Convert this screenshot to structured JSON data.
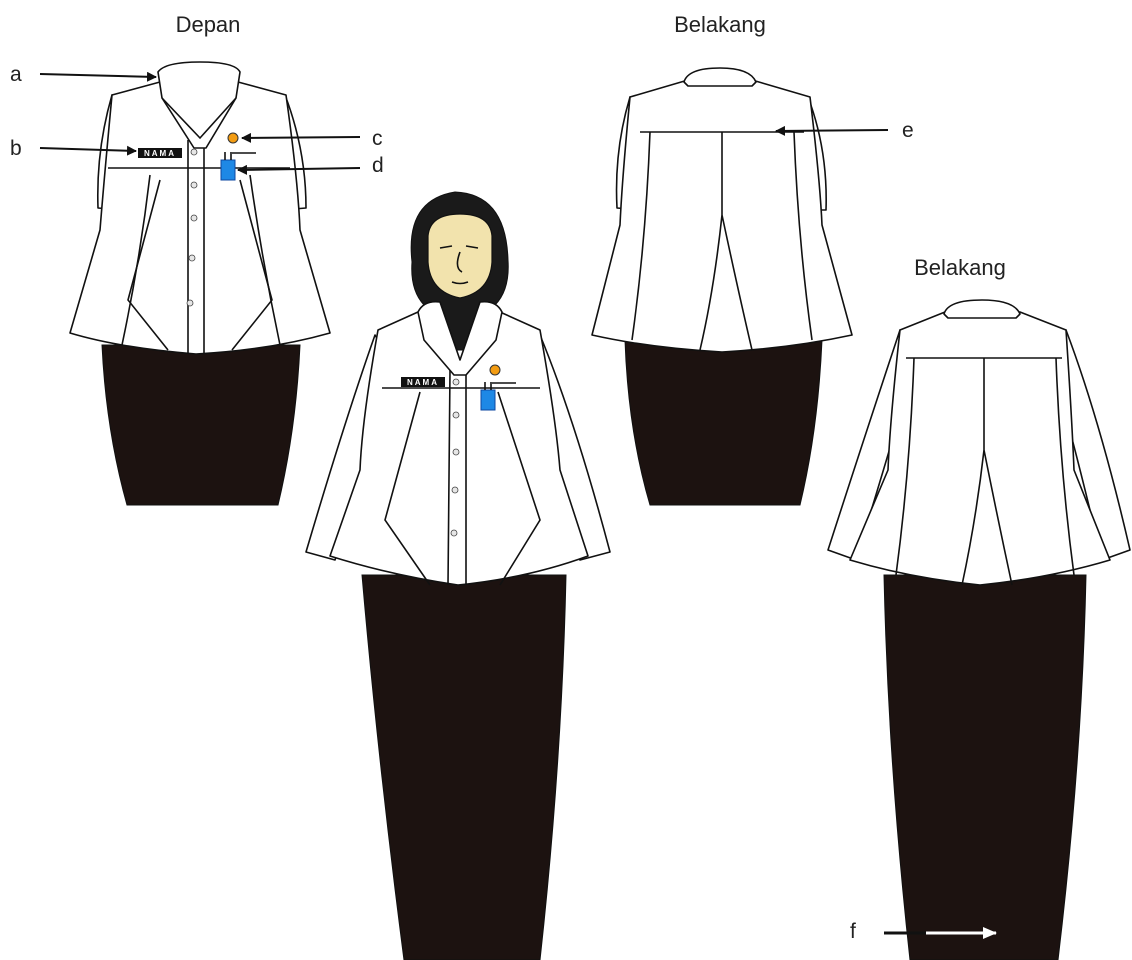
{
  "headings": {
    "front": "Depan",
    "back_top": "Belakang",
    "back_right": "Belakang"
  },
  "callouts": {
    "a": "a",
    "b": "b",
    "c": "c",
    "d": "d",
    "e": "e",
    "f": "f"
  },
  "name_tag": "NAMA",
  "colors": {
    "skirt": "#1c1210",
    "badge": "#1e88e5",
    "pin": "#f39c12",
    "hijab": "#1a1a1a",
    "face": "#f2e3ad"
  }
}
